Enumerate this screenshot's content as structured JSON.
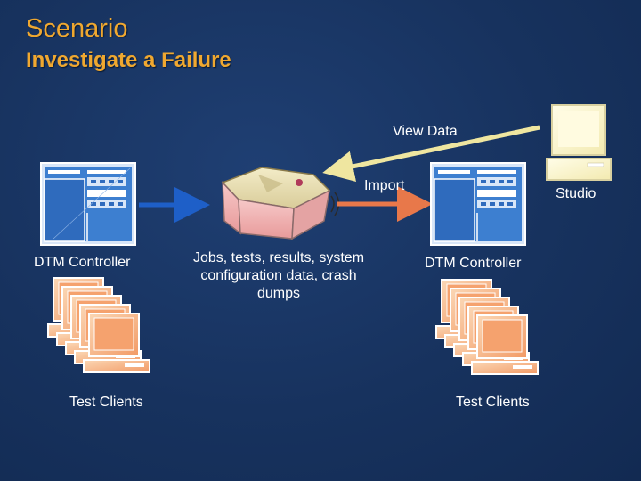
{
  "slide": {
    "title": "Scenario",
    "subtitle": "Investigate a Failure"
  },
  "diagram": {
    "left_controller_label": "DTM Controller",
    "left_clients_label": "Test Clients",
    "data_label": "Jobs, tests, results, system configuration data, crash dumps",
    "view_data_label": "View Data",
    "import_label": "Import",
    "studio_label": "Studio",
    "right_controller_label": "DTM Controller",
    "right_clients_label": "Test Clients"
  },
  "colors": {
    "title": "#f0a830",
    "background": "#17325e",
    "left_arrow": "#1e5fc8",
    "import_arrow": "#e8784a",
    "view_data_arrow": "#efe6a0",
    "client_fill": "#f0a070",
    "window_blue": "#3d7fd0"
  }
}
